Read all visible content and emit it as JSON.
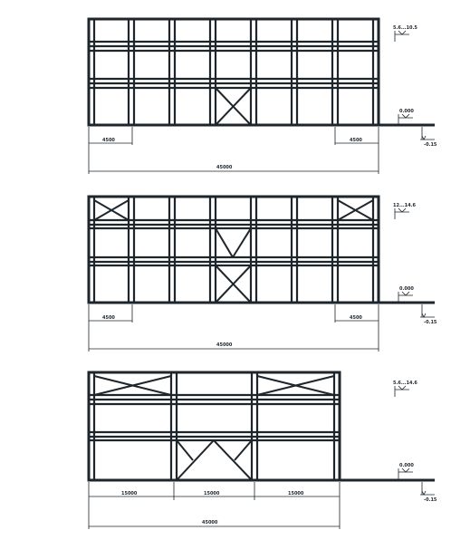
{
  "elevations": [
    {
      "id": "elev1",
      "top_level": "5.6...10.5",
      "ground_level": "0.000",
      "below_level": "-0.15",
      "bay_dims": [
        "4500",
        "4500"
      ],
      "total_dim": "45000"
    },
    {
      "id": "elev2",
      "top_level": "12...14.6",
      "ground_level": "0.000",
      "below_level": "-0.15",
      "bay_dims": [
        "4500",
        "4500"
      ],
      "total_dim": "45000"
    },
    {
      "id": "elev3",
      "top_level": "5.6...14.6",
      "ground_level": "0.000",
      "below_level": "-0.15",
      "bay_dims": [
        "15000",
        "15000",
        "15000"
      ],
      "total_dim": "45000"
    }
  ],
  "colors": {
    "ink": "#1e262c",
    "background": "#ffffff"
  }
}
